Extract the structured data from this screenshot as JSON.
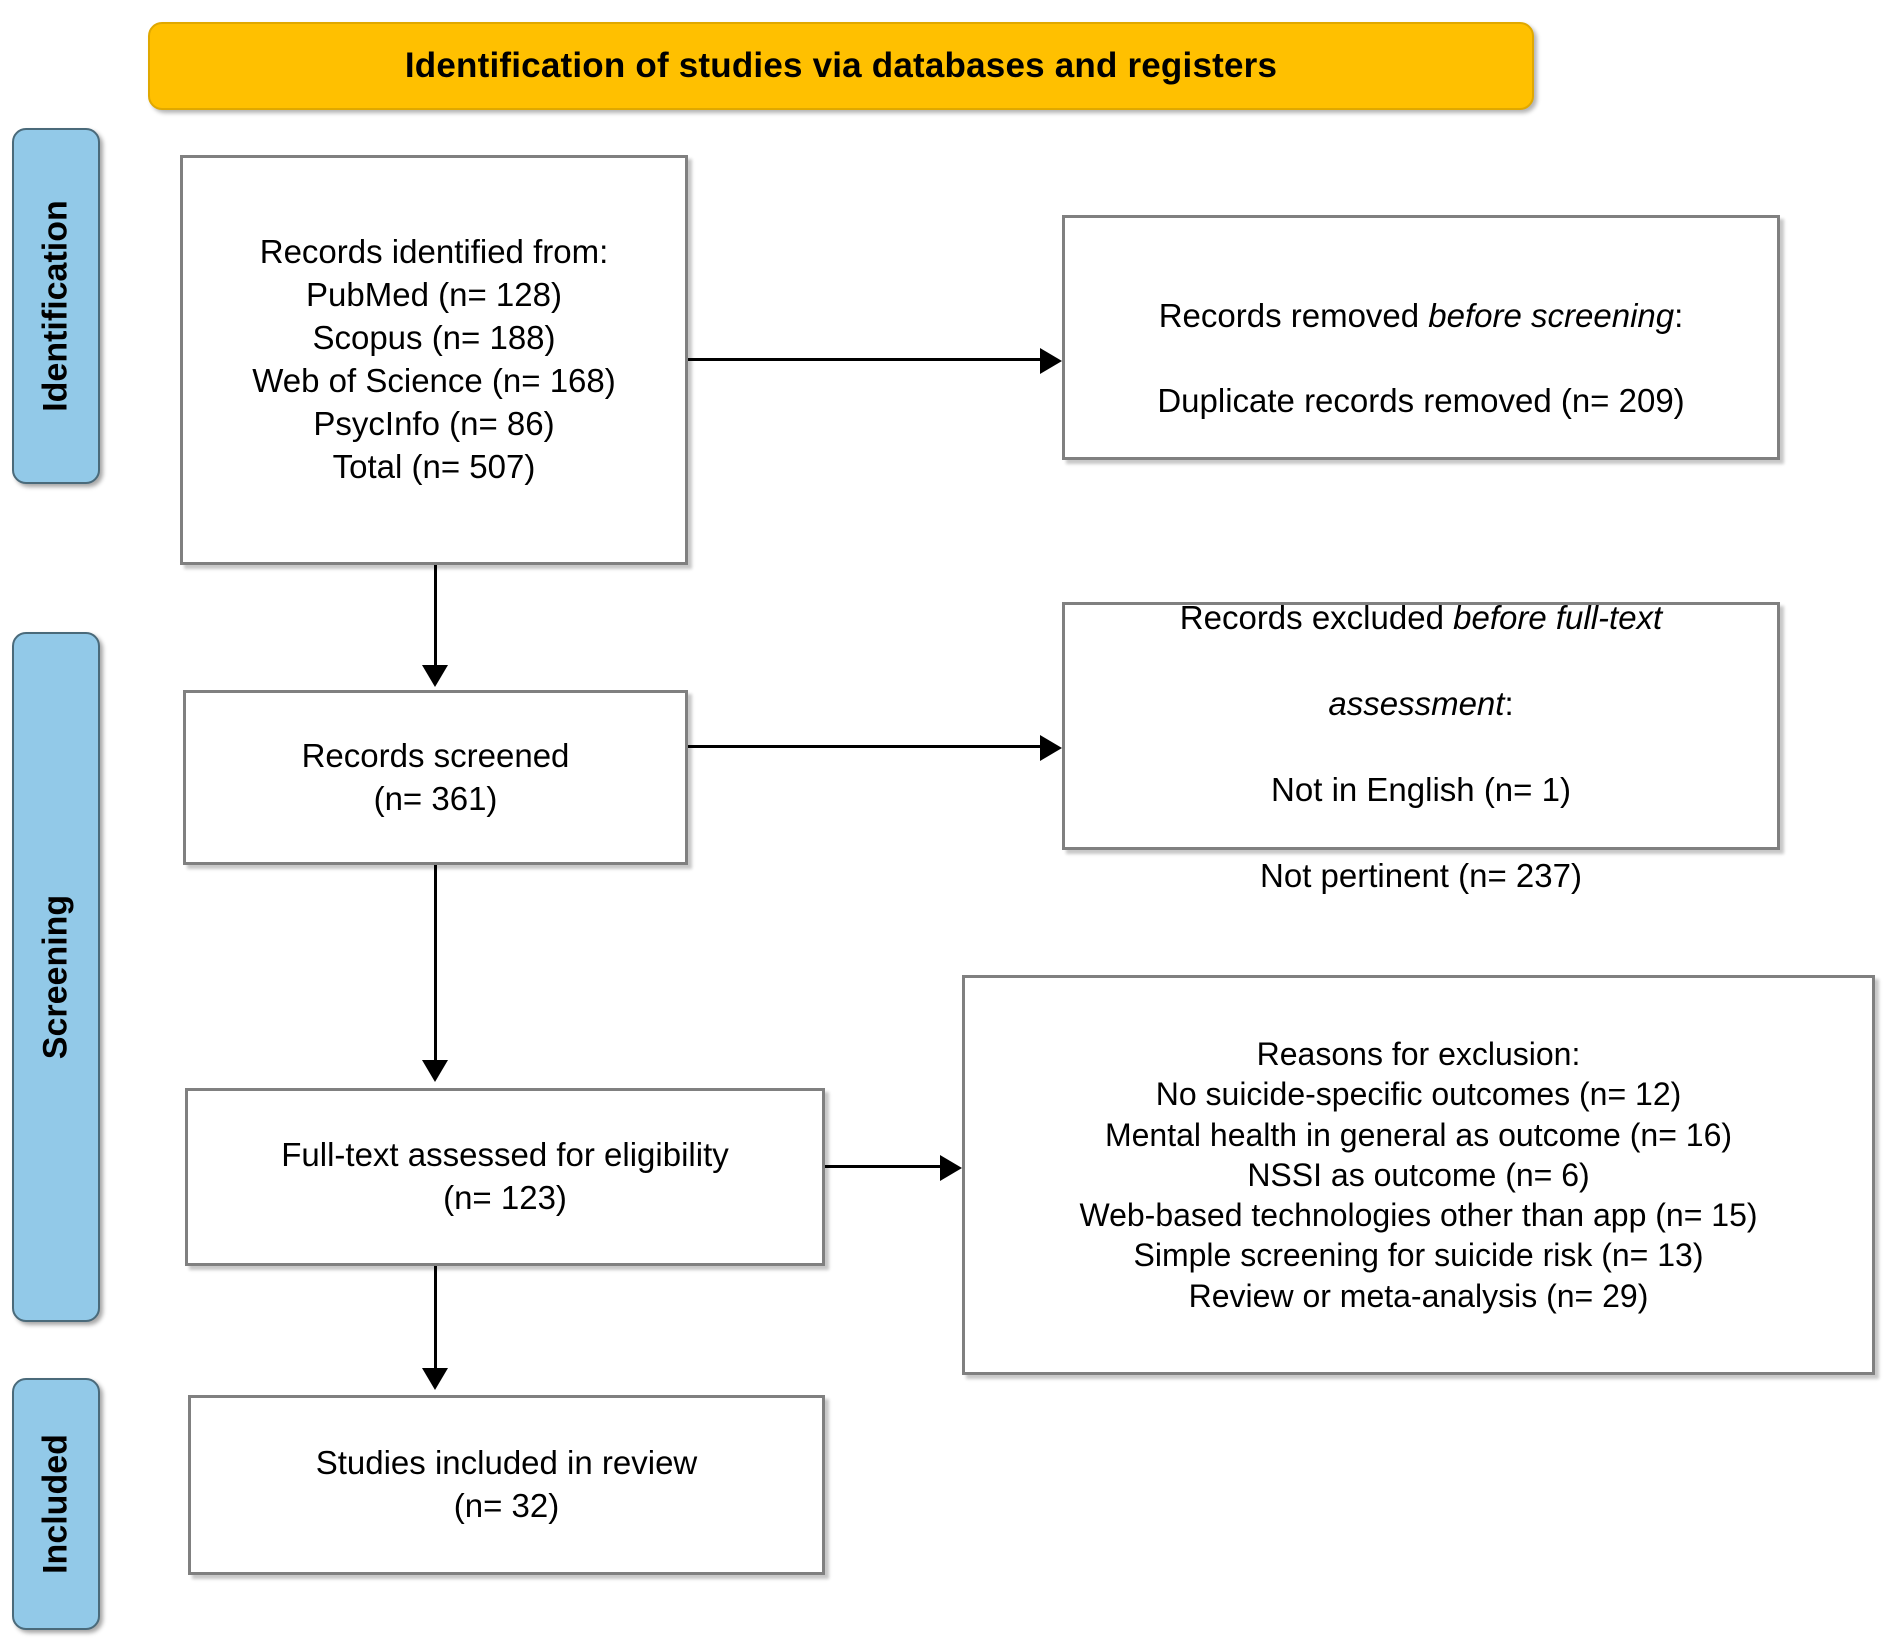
{
  "header": {
    "title": "Identification of studies via databases and registers",
    "color": "#FFC000"
  },
  "sidebar": {
    "items": [
      {
        "label": "Identification",
        "color": "#92C9E8"
      },
      {
        "label": "Screening",
        "color": "#92C9E8"
      },
      {
        "label": "Included",
        "color": "#92C9E8"
      }
    ]
  },
  "boxes": {
    "identified": {
      "title": "Records identified from:",
      "lines": [
        "PubMed (n= 128)",
        "Scopus (n= 188)",
        "Web of Science (n= 168)",
        "PsycInfo (n= 86)",
        "Total (n= 507)"
      ],
      "text": "Records identified from:\nPubMed (n= 128)\nScopus (n= 188)\nWeb of Science (n= 168)\nPsycInfo (n= 86)\nTotal (n= 507)"
    },
    "removed": {
      "line1_prefix": "Records removed ",
      "line1_italic": "before screening",
      "line1_suffix": ":",
      "line2": "Duplicate records removed (n= 209)"
    },
    "screened": {
      "text": "Records screened\n(n= 361)",
      "label": "Records screened",
      "count": "(n= 361)"
    },
    "excluded": {
      "line1_prefix": "Records excluded ",
      "line1_italic": "before full-text",
      "line2_italic": "assessment",
      "line2_suffix": ":",
      "line3": "Not in English (n= 1)",
      "line4": "Not pertinent (n= 237)"
    },
    "fulltext": {
      "text": "Full-text assessed for eligibility\n(n= 123)",
      "label": "Full-text assessed for eligibility",
      "count": "(n= 123)"
    },
    "reasons": {
      "title": "Reasons for exclusion:",
      "lines": [
        "No suicide-specific outcomes  (n= 12)",
        "Mental health in general as outcome (n= 16)",
        "NSSI as outcome (n= 6)",
        "Web-based technologies other than app (n= 15)",
        "Simple screening for suicide risk (n= 13)",
        "Review or meta-analysis (n= 29)"
      ],
      "text": "Reasons for exclusion:\nNo suicide-specific outcomes  (n= 12)\nMental health in general as outcome (n= 16)\nNSSI as outcome (n= 6)\nWeb-based technologies other than app (n= 15)\nSimple screening for suicide risk (n= 13)\nReview or meta-analysis (n= 29)"
    },
    "included": {
      "text": "Studies included in review\n(n= 32)",
      "label": "Studies included in review",
      "count": "(n= 32)"
    }
  },
  "colors": {
    "header_fill": "#FFC000",
    "sidebar_fill": "#92C9E8",
    "box_border": "#808080",
    "connector": "#000000"
  }
}
